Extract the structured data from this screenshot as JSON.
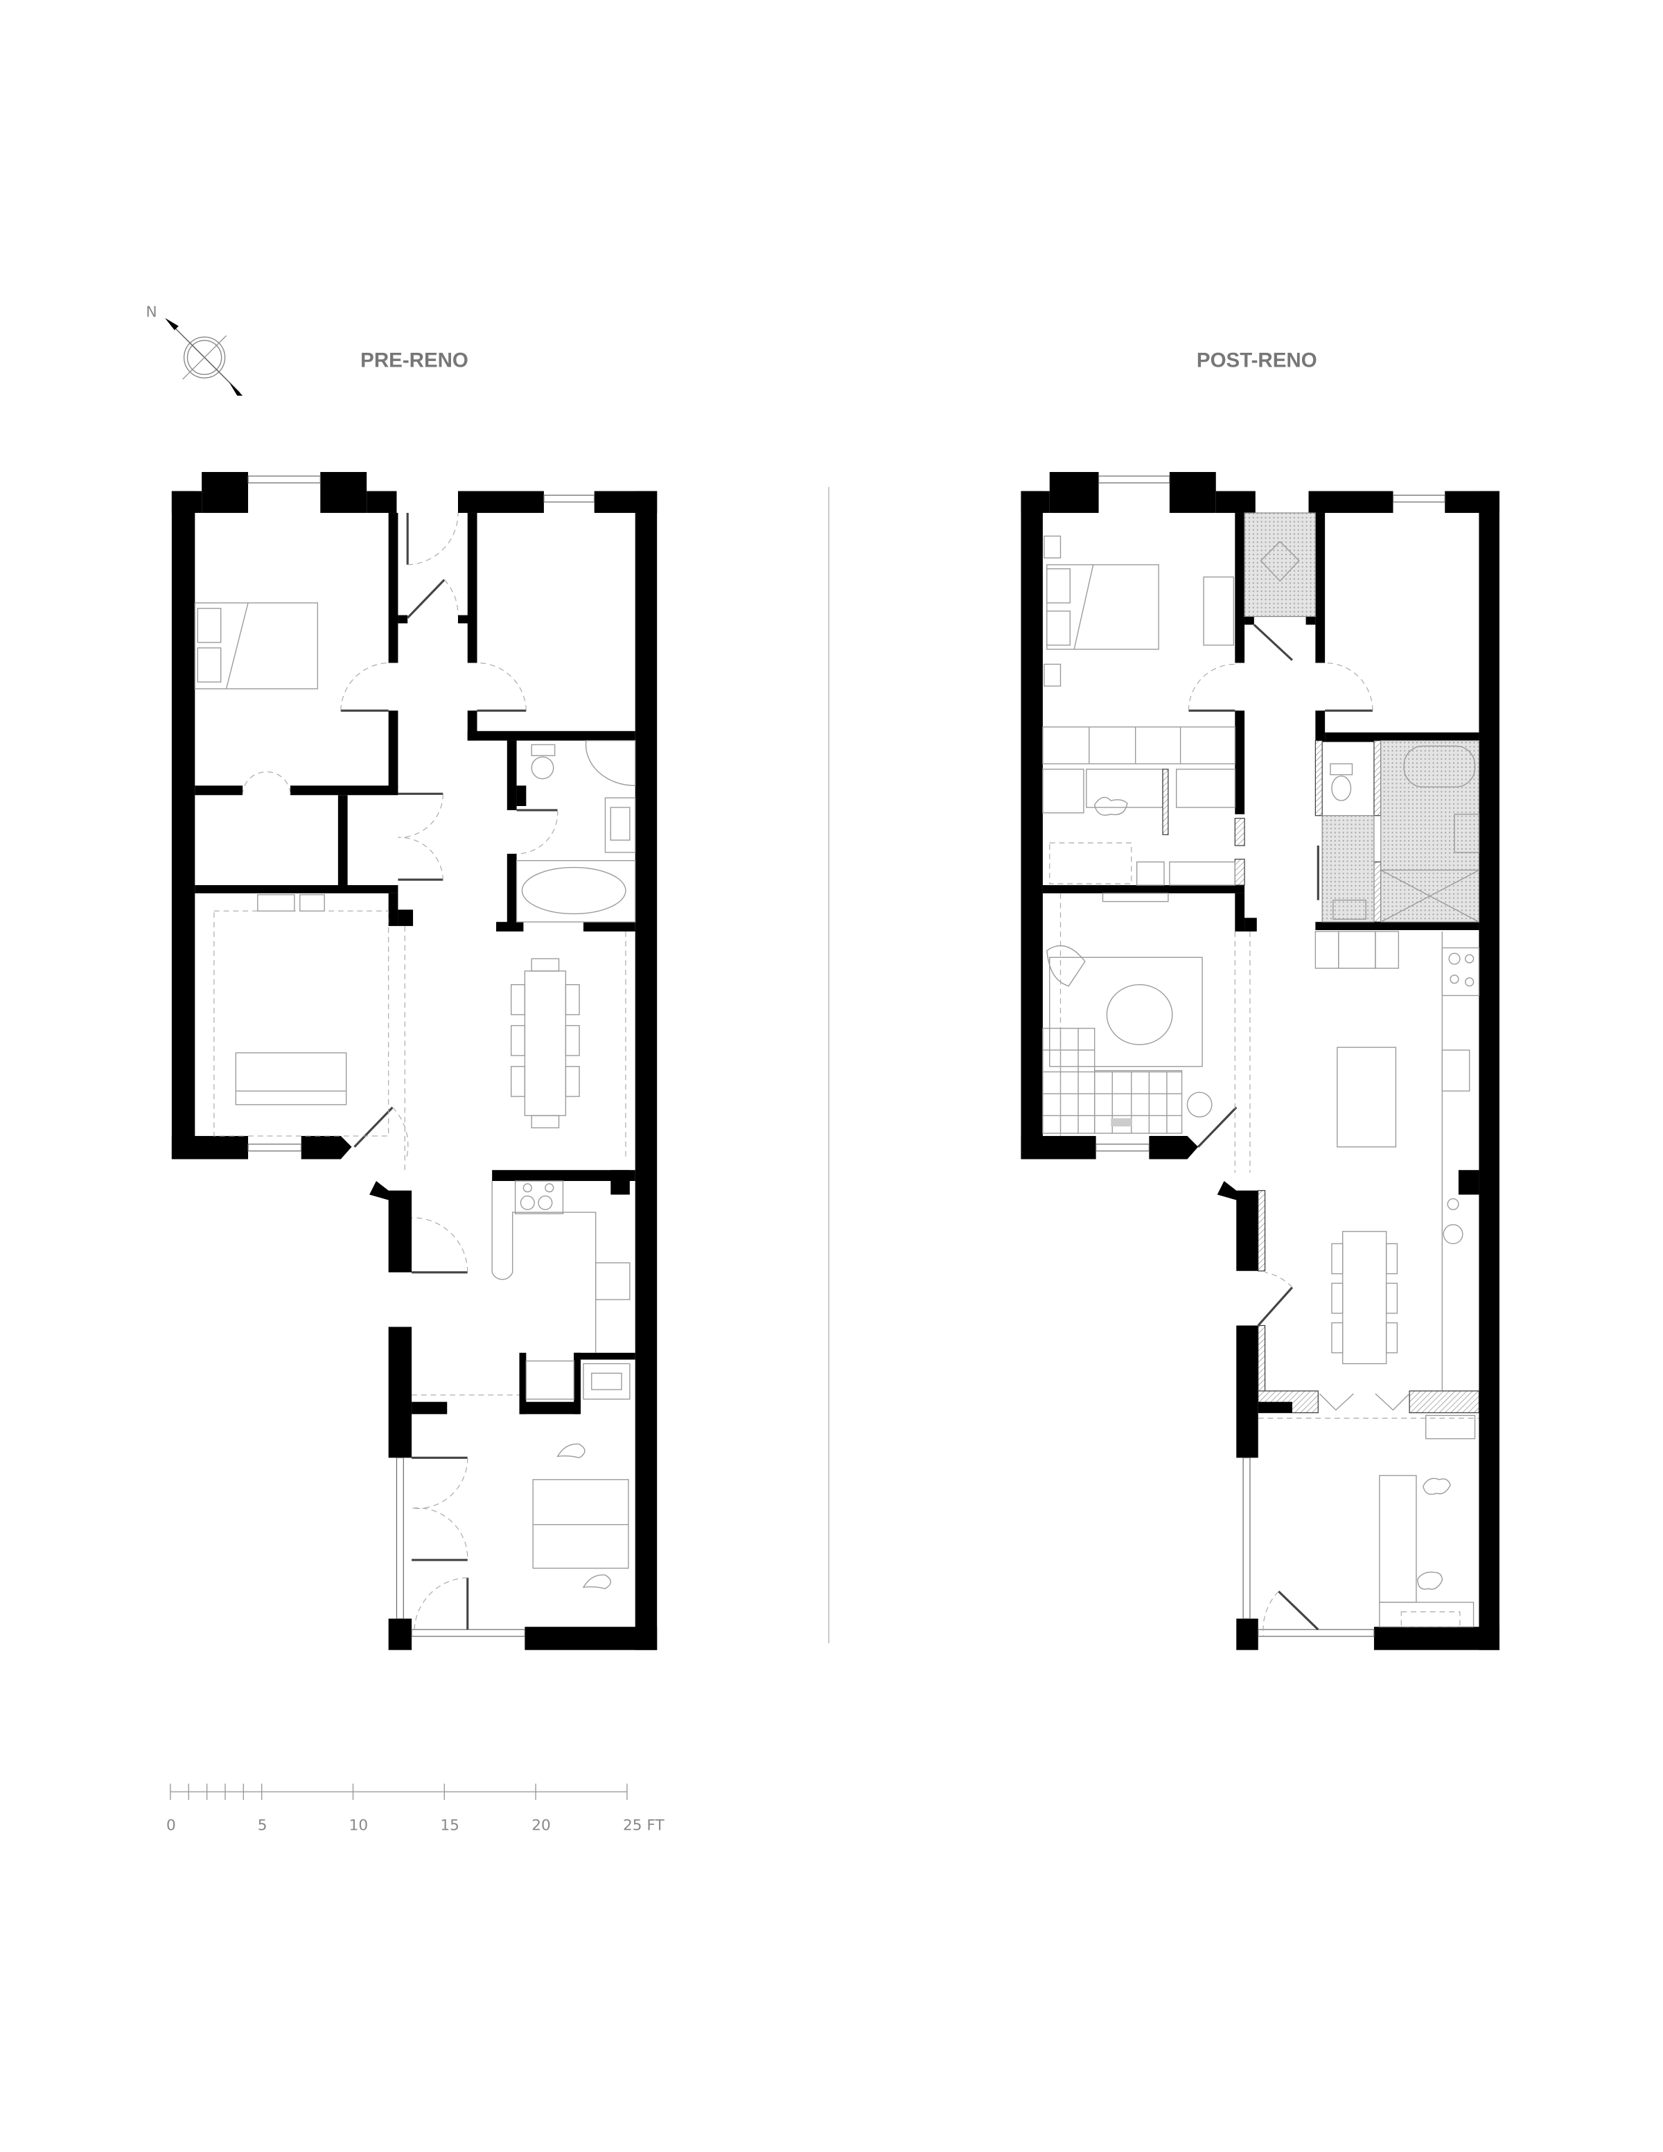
{
  "compass": {
    "north_label": "N"
  },
  "plans": {
    "pre": {
      "title": "PRE-RENO"
    },
    "post": {
      "title": "POST-RENO"
    }
  },
  "scale_bar": {
    "unit": "FT",
    "ticks": [
      0,
      1,
      2,
      3,
      4,
      5,
      10,
      15,
      20,
      25
    ],
    "labels": [
      {
        "value": 0,
        "text": "0"
      },
      {
        "value": 5,
        "text": "5"
      },
      {
        "value": 10,
        "text": "10"
      },
      {
        "value": 15,
        "text": "15"
      },
      {
        "value": 20,
        "text": "20"
      },
      {
        "value": 25,
        "text": "25 FT"
      }
    ]
  },
  "colors": {
    "wall": "#000000",
    "title": "#777777",
    "lines": "#9a9a9a"
  }
}
